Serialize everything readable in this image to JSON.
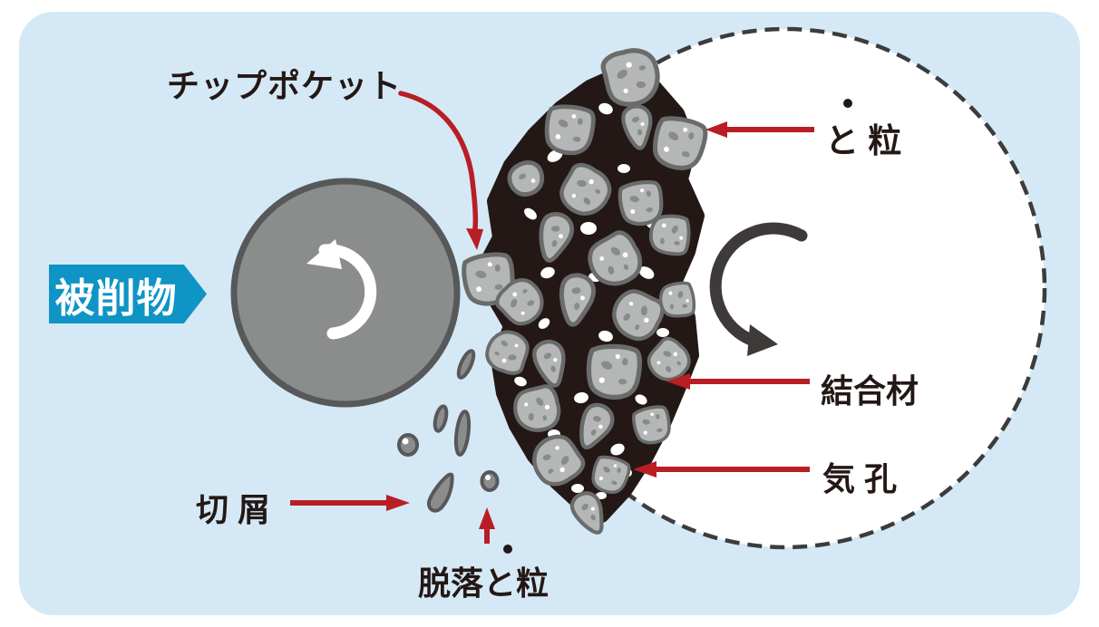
{
  "diagram": {
    "labels": {
      "chip_pocket": "チップポケット",
      "workpiece": "被削物",
      "abrasive_grain": "と 粒",
      "bond_material": "結合材",
      "pore": "気 孔",
      "chip": "切 屑",
      "dropped_grain": "脱落と粒"
    },
    "emphasis_dots": {
      "abrasive_grain": "・",
      "dropped_grain": "・"
    },
    "colors": {
      "panel_blue": "#d5e8f5",
      "label_text": "#231815",
      "arrow_red": "#b81e24",
      "badge_blue": "#0e94c5",
      "badge_text": "#ffffff",
      "workpiece_gray": "#8b8c8c",
      "outline_dark_gray": "#57585a",
      "grain_gray": "#b5b6b6",
      "grain_outline": "#6a6b6b",
      "grain_speckle": "#898a8a",
      "bond_black": "#231815",
      "pore_white": "#ffffff",
      "rotation_arrow_dark": "#3e3a39",
      "rotation_arrow_white": "#ffffff",
      "wheel_dash_stroke": "#3c3c3c"
    }
  }
}
